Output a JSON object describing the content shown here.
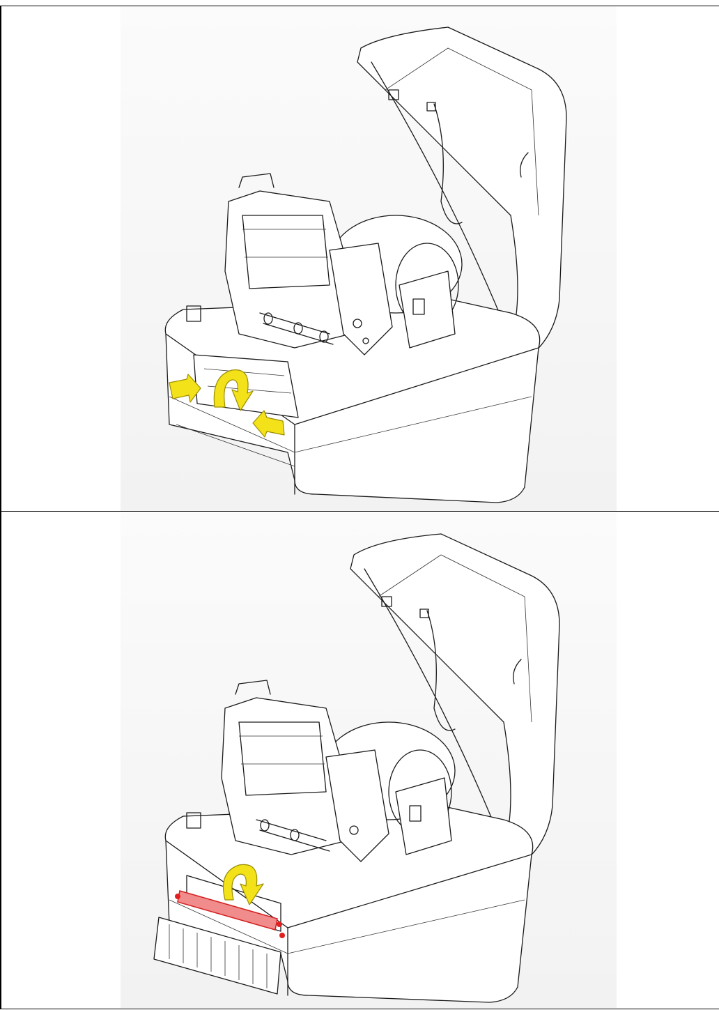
{
  "document": {
    "figures": [
      {
        "id": "figure-1",
        "illustration": "thermal-label-printer-open",
        "annotations": [
          "yellow-squeeze-arrow-left",
          "yellow-squeeze-arrow-right",
          "yellow-rotate-arrow"
        ],
        "accent_color": "#f3e21a"
      },
      {
        "id": "figure-2",
        "illustration": "thermal-label-printer-open-platen-removed",
        "annotations": [
          "yellow-rotate-arrow",
          "red-platen-roller"
        ],
        "accent_color": "#e02020"
      }
    ]
  }
}
